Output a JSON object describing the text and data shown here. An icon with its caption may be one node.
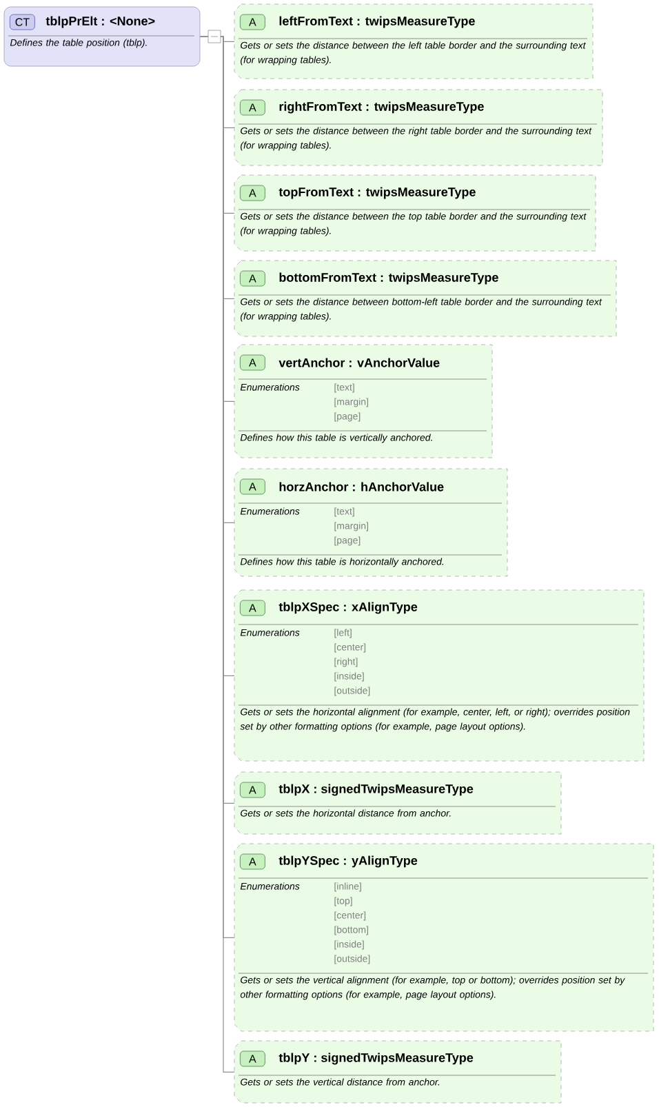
{
  "diagram": {
    "nodes": [
      {
        "text": [
          "CT",
          "tblpPrElt : <None>",
          "Defines the table position (tblp)."
        ]
      },
      {
        "text": [
          "A",
          "leftFromText : twipsMeasureType",
          "Gets or sets the distance between the left table border and the surrounding text (for wrapping tables)."
        ]
      },
      {
        "text": [
          "A",
          "rightFromText : twipsMeasureType",
          "Gets or sets the distance between the right table border and the surrounding text (for wrapping tables)."
        ]
      },
      {
        "text": [
          "A",
          "topFromText : twipsMeasureType",
          "Gets or sets the distance between the top table border and the surrounding text (for wrapping tables)."
        ]
      },
      {
        "text": [
          "A",
          "bottomFromText : twipsMeasureType",
          "Gets or sets the distance between bottom-left table border and the surrounding text (for wrapping tables)."
        ]
      },
      {
        "text": [
          "A",
          "vertAnchor : vAnchorValue",
          "Enumerations",
          "[text]",
          "[margin]",
          "[page]",
          "Defines how this table is vertically anchored."
        ]
      },
      {
        "text": [
          "A",
          "horzAnchor : hAnchorValue",
          "Enumerations",
          "[text]",
          "[margin]",
          "[page]",
          "Defines how this table is horizontally anchored."
        ]
      },
      {
        "text": [
          "A",
          "tblpXSpec : xAlignType",
          "Enumerations",
          "[left]",
          "[center]",
          "[right]",
          "[inside]",
          "[outside]",
          "Gets or sets the horizontal alignment (for example, center, left, or right); overrides position set by other formatting options (for example, page layout options)."
        ]
      },
      {
        "text": [
          "A",
          "tblpX : signedTwipsMeasureType",
          "Gets or sets the horizontal distance from anchor."
        ]
      },
      {
        "text": [
          "A",
          "tblpYSpec : yAlignType",
          "Enumerations",
          "[inline]",
          "[top]",
          "[center]",
          "[bottom]",
          "[inside]",
          "[outside]",
          "Gets or sets the vertical alignment (for example, top or bottom); overrides position set by other formatting options (for example, page layout options)."
        ]
      },
      {
        "text": [
          "A",
          "tblpY : signedTwipsMeasureType",
          "Gets or sets the vertical distance from anchor."
        ]
      }
    ],
    "edges": [
      {
        "from": 0,
        "to": 1,
        "arrow": "none"
      },
      {
        "from": 0,
        "to": 2,
        "arrow": "none"
      },
      {
        "from": 0,
        "to": 3,
        "arrow": "none"
      },
      {
        "from": 0,
        "to": 4,
        "arrow": "none"
      },
      {
        "from": 0,
        "to": 5,
        "arrow": "none"
      },
      {
        "from": 0,
        "to": 6,
        "arrow": "none"
      },
      {
        "from": 0,
        "to": 7,
        "arrow": "none"
      },
      {
        "from": 0,
        "to": 8,
        "arrow": "none"
      },
      {
        "from": 0,
        "to": 9,
        "arrow": "none"
      },
      {
        "from": 0,
        "to": 10,
        "arrow": "none"
      }
    ]
  }
}
